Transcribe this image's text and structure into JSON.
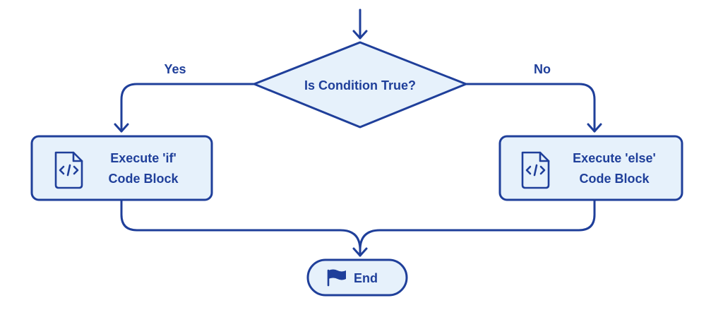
{
  "flowchart": {
    "decision": {
      "text": "Is Condition True?"
    },
    "branches": {
      "yes_label": "Yes",
      "no_label": "No"
    },
    "if_block": {
      "line1": "Execute 'if'",
      "line2": "Code Block",
      "icon": "code-file-icon"
    },
    "else_block": {
      "line1": "Execute 'else'",
      "line2": "Code Block",
      "icon": "code-file-icon"
    },
    "end": {
      "text": "End",
      "icon": "flag-icon"
    }
  },
  "colors": {
    "stroke": "#1f3f9a",
    "fill": "#e6f1fb",
    "background": "#ffffff"
  }
}
